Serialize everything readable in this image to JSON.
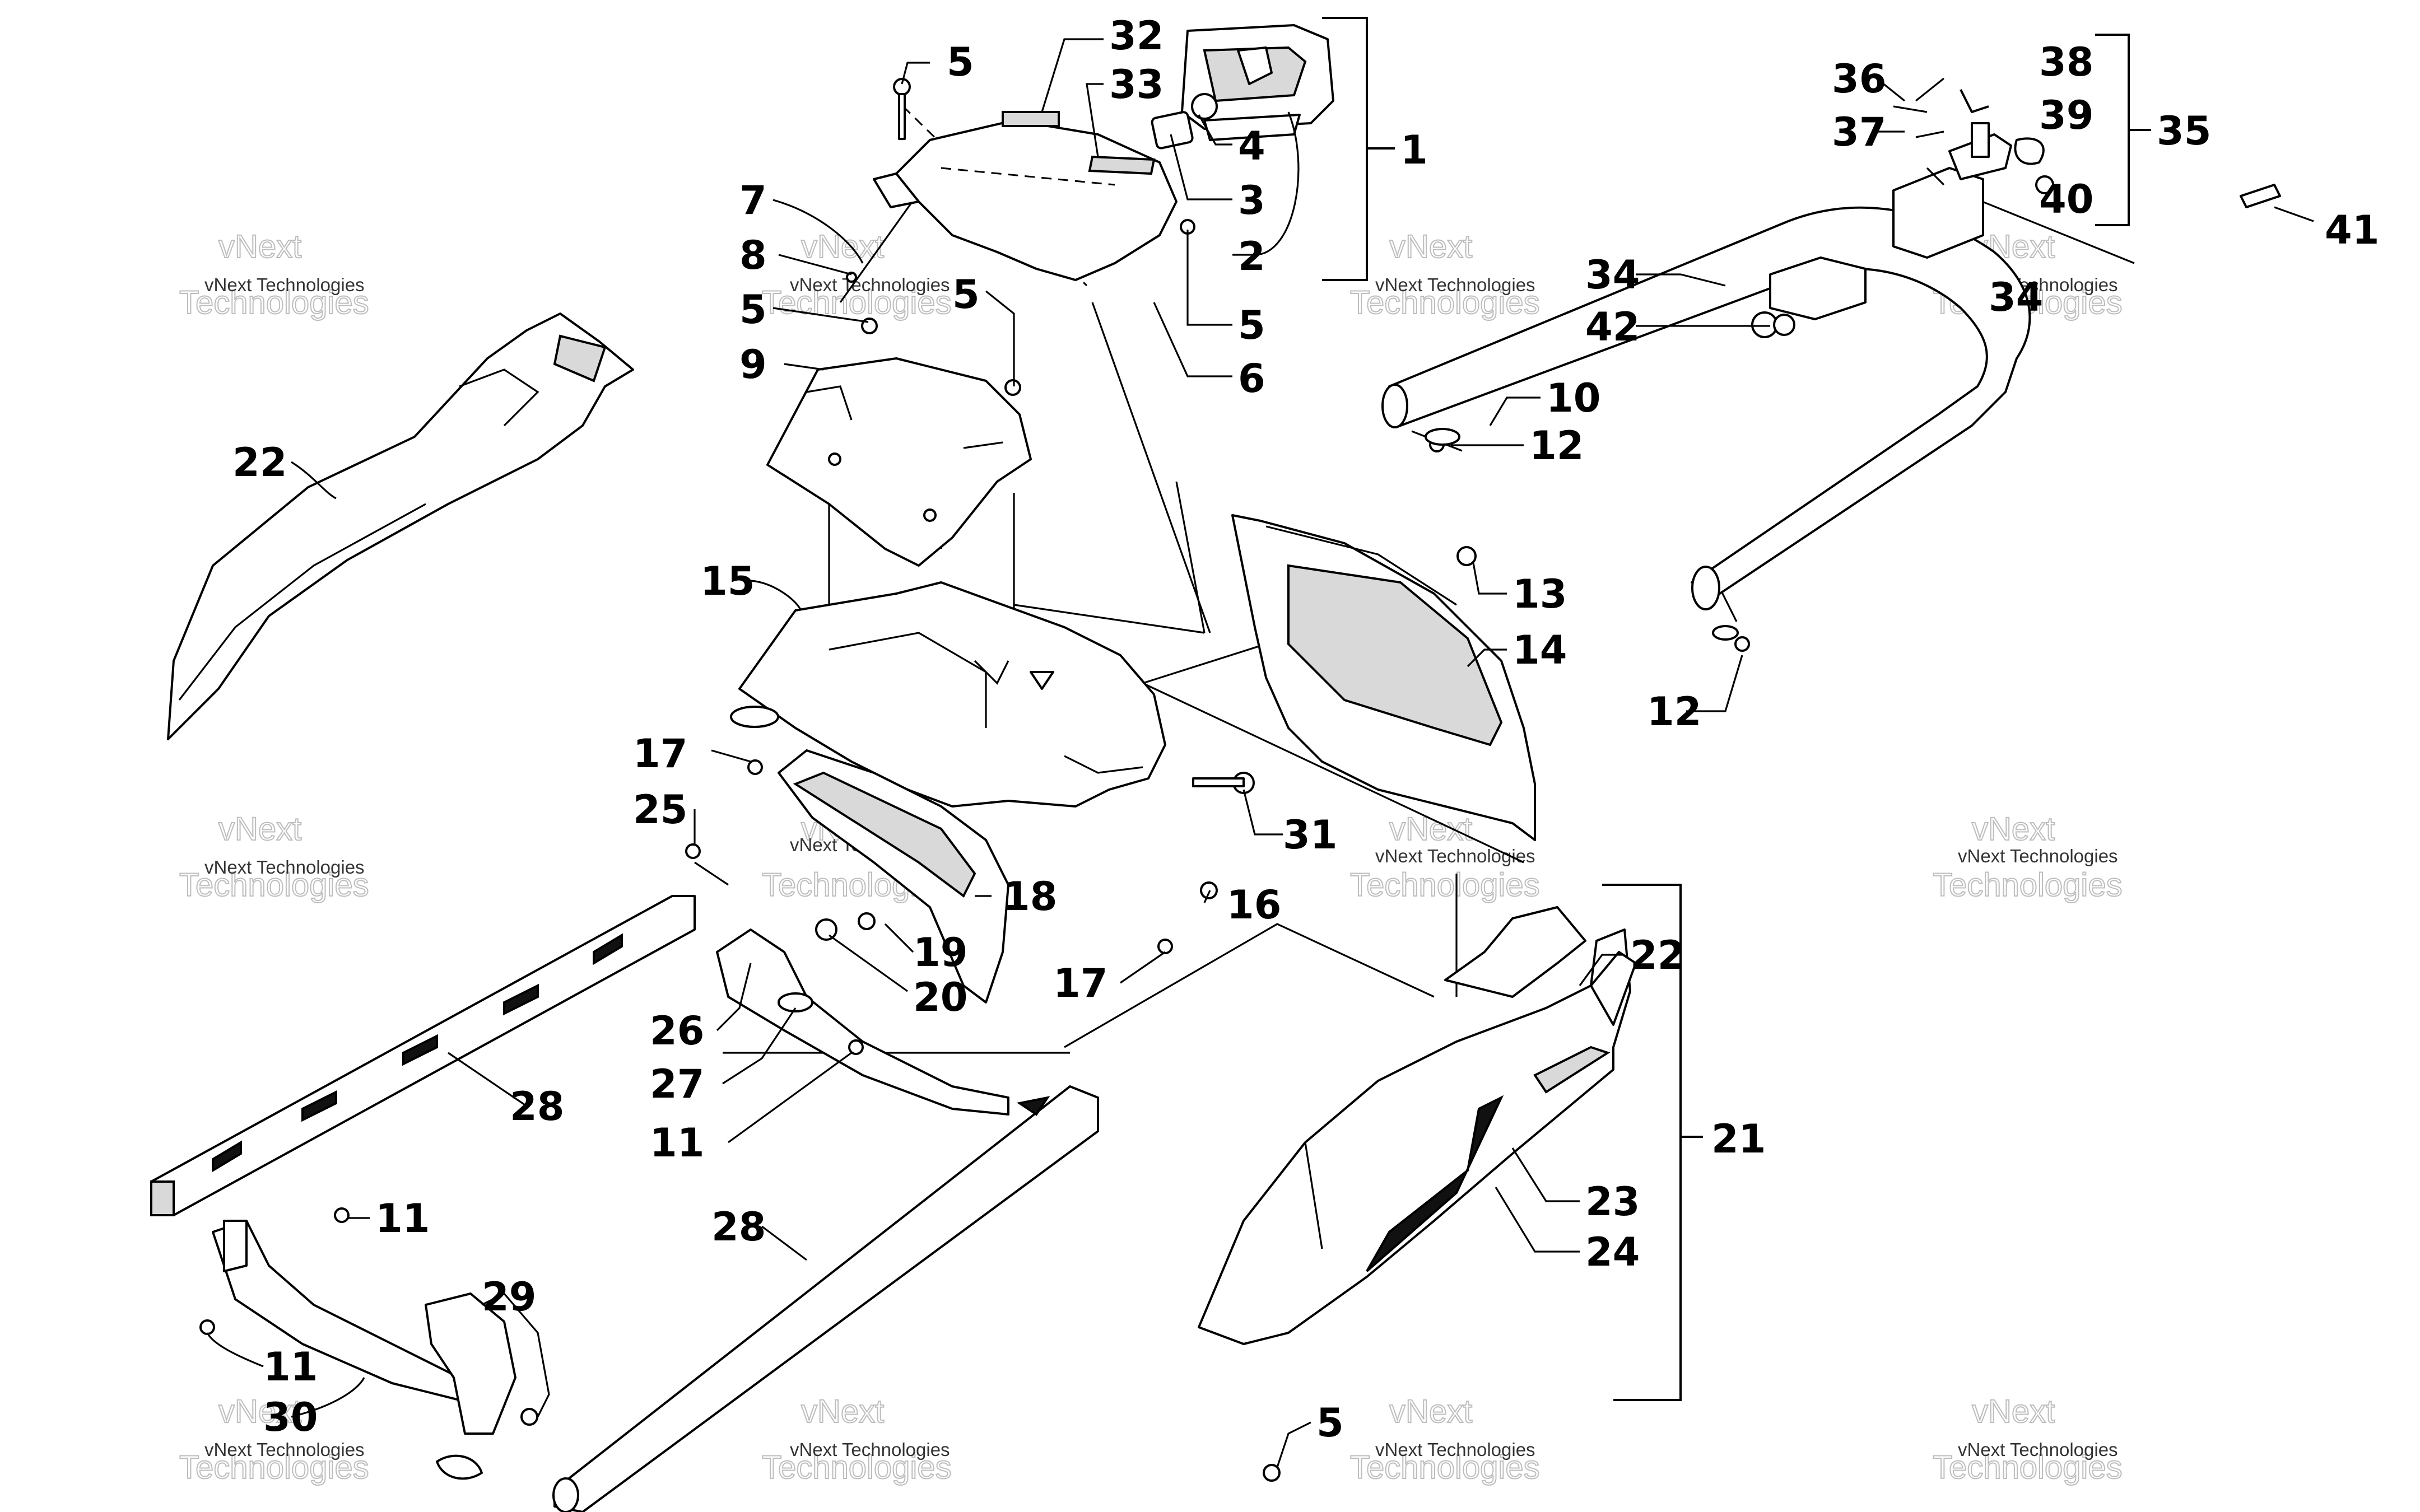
{
  "diagram": {
    "callouts": {
      "c1": "1",
      "c2": "2",
      "c3": "3",
      "c4": "4",
      "c5a": "5",
      "c5b": "5",
      "c5c": "5",
      "c5d": "5",
      "c5e": "5",
      "c6": "6",
      "c7": "7",
      "c8": "8",
      "c9": "9",
      "c10": "10",
      "c11a": "11",
      "c11b": "11",
      "c11c": "11",
      "c12a": "12",
      "c12b": "12",
      "c13": "13",
      "c14": "14",
      "c15": "15",
      "c16": "16",
      "c17a": "17",
      "c17b": "17",
      "c18": "18",
      "c19": "19",
      "c20": "20",
      "c21": "21",
      "c22a": "22",
      "c22b": "22",
      "c23": "23",
      "c24": "24",
      "c25": "25",
      "c26": "26",
      "c27": "27",
      "c28a": "28",
      "c28b": "28",
      "c29": "29",
      "c30": "30",
      "c31": "31",
      "c32": "32",
      "c33": "33",
      "c34a": "34",
      "c34b": "34",
      "c35": "35",
      "c36": "36",
      "c37": "37",
      "c38": "38",
      "c39": "39",
      "c40": "40",
      "c41": "41",
      "c42": "42"
    },
    "watermark": {
      "small": "vNext Technologies",
      "large_1": "vNext",
      "large_2": "Technologies"
    },
    "colors": {
      "ink": "#000000",
      "background": "#ffffff",
      "watermark": "#bdbdbd"
    }
  }
}
